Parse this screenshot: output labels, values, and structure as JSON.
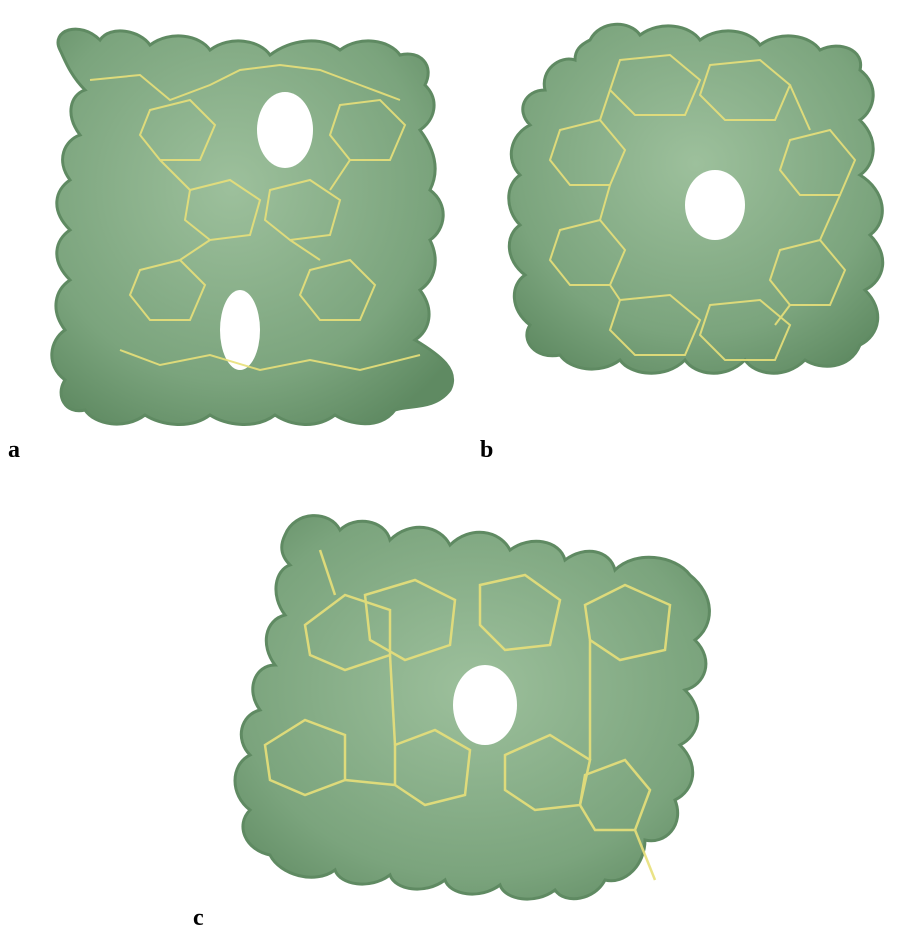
{
  "figure": {
    "panels": [
      {
        "id": "a",
        "label": "a"
      },
      {
        "id": "b",
        "label": "b"
      },
      {
        "id": "c",
        "label": "c"
      }
    ],
    "colors": {
      "surface": "#7ba47d",
      "surface_dark": "#5f8a62",
      "surface_light": "#9dc09c",
      "bonds": "#e8e07a",
      "pore": "#ffffff",
      "label": "#000000"
    }
  }
}
